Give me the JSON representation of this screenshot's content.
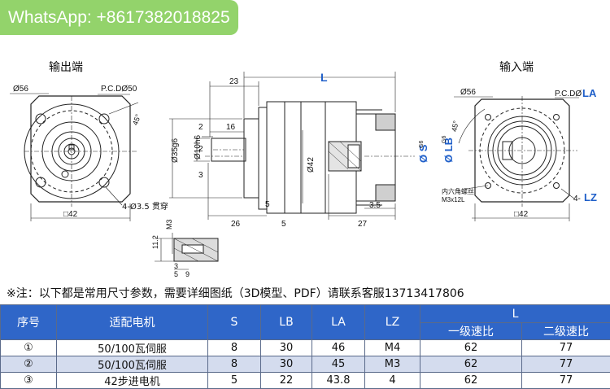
{
  "whatsapp": "WhatsApp: +8617382018825",
  "labels": {
    "output_end": "输出端",
    "input_end": "输入端",
    "dia56_left": "Ø56",
    "pcd50": "P.C.DØ50",
    "deg45": "45°",
    "sq42_left": "□42",
    "holes": "4-Ø3.5 贯穿",
    "dim_L": "L",
    "dim_23": "23",
    "dim_2": "2",
    "dim_16": "16",
    "dim_35": "Ø35g6",
    "dim_10": "Ø10h6",
    "dim_3": "3",
    "dim_42": "Ø42",
    "dim_S": "Ø S",
    "dim_LB": "Ø LB",
    "g6": "G6",
    "dim_26": "26",
    "dim_5a": "5",
    "dim_5b": "5",
    "dim_27": "27",
    "dim_3_5": "3.5",
    "dia56_right": "Ø56",
    "pcd_la": "P.C.DØ",
    "la": "LA",
    "hex_bolt_1": "内六角螺丝",
    "hex_bolt_2": "M3x12L",
    "lz_prefix": "4-",
    "lz": "LZ",
    "sq42_right": "□42",
    "m3": "M3",
    "dim_11_2": "11.2",
    "dim_3b": "3",
    "dim_5c": "5",
    "dim_9": "9"
  },
  "note": "※注：以下都是常用尺寸参数，需要详细图纸（3D模型、PDF）请联系客服13713417806",
  "table": {
    "headers": {
      "no": "序号",
      "motor": "适配电机",
      "s": "S",
      "lb": "LB",
      "la": "LA",
      "lz": "LZ",
      "l": "L",
      "stage1": "一级速比",
      "stage2": "二级速比"
    },
    "rows": [
      {
        "no": "①",
        "motor": "50/100瓦伺服",
        "s": "8",
        "lb": "30",
        "la": "46",
        "lz": "M4",
        "l1": "62",
        "l2": "77"
      },
      {
        "no": "②",
        "motor": "50/100瓦伺服",
        "s": "8",
        "lb": "30",
        "la": "45",
        "lz": "M3",
        "l1": "62",
        "l2": "77"
      },
      {
        "no": "③",
        "motor": "42步进电机",
        "s": "5",
        "lb": "22",
        "la": "43.8",
        "lz": "4",
        "l1": "62",
        "l2": "77"
      }
    ]
  },
  "colors": {
    "header_bg": "#2f66c8",
    "row_shade": "#d4dcee",
    "accent_blue": "#1f5fc9",
    "whatsapp_bg": "#93d36b"
  }
}
